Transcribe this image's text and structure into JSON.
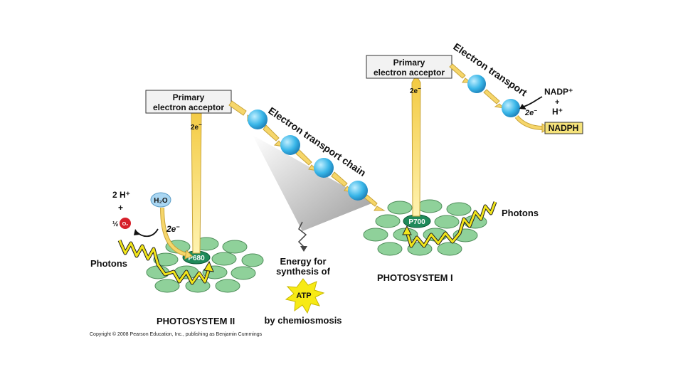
{
  "labels": {
    "primary_acceptor_line1": "Primary",
    "primary_acceptor_line2": "electron acceptor",
    "two_e": "2e",
    "two_e_sup": "−",
    "etc_label": "Electron transport chain",
    "electron_transport_label": "Electron transport",
    "nadp_plus": "NADP⁺",
    "plus": "+",
    "h_plus": "H⁺",
    "nadph": "NADPH",
    "photons": "Photons",
    "p680": "P680",
    "p700": "P700",
    "h2o": "H₂O",
    "two_h_plus": "2 H⁺",
    "half": "½",
    "o2": "O₂",
    "energy_line1": "Energy for",
    "energy_line2": "synthesis of",
    "atp": "ATP",
    "by_chemiosmosis": "by chemiosmosis",
    "photosystem_ii": "PHOTOSYSTEM II",
    "photosystem_i": "PHOTOSYSTEM I",
    "copyright": "Copyright © 2008 Pearson Education, Inc., publishing as Benjamin Cummings"
  },
  "colors": {
    "electron_carrier": "#39b6e8",
    "chlorophyll": "#8fd19a",
    "reaction_center": "#1f8a5a",
    "photon_wave": "#f2e51a",
    "arrow_fill": "#f6d66a",
    "box_fill": "#f2f2f2",
    "nadph_box": "#f5e27a",
    "atp_star": "#f7ea15",
    "o2_red": "#d6202a",
    "h2o_blue": "#a9d6f2"
  }
}
